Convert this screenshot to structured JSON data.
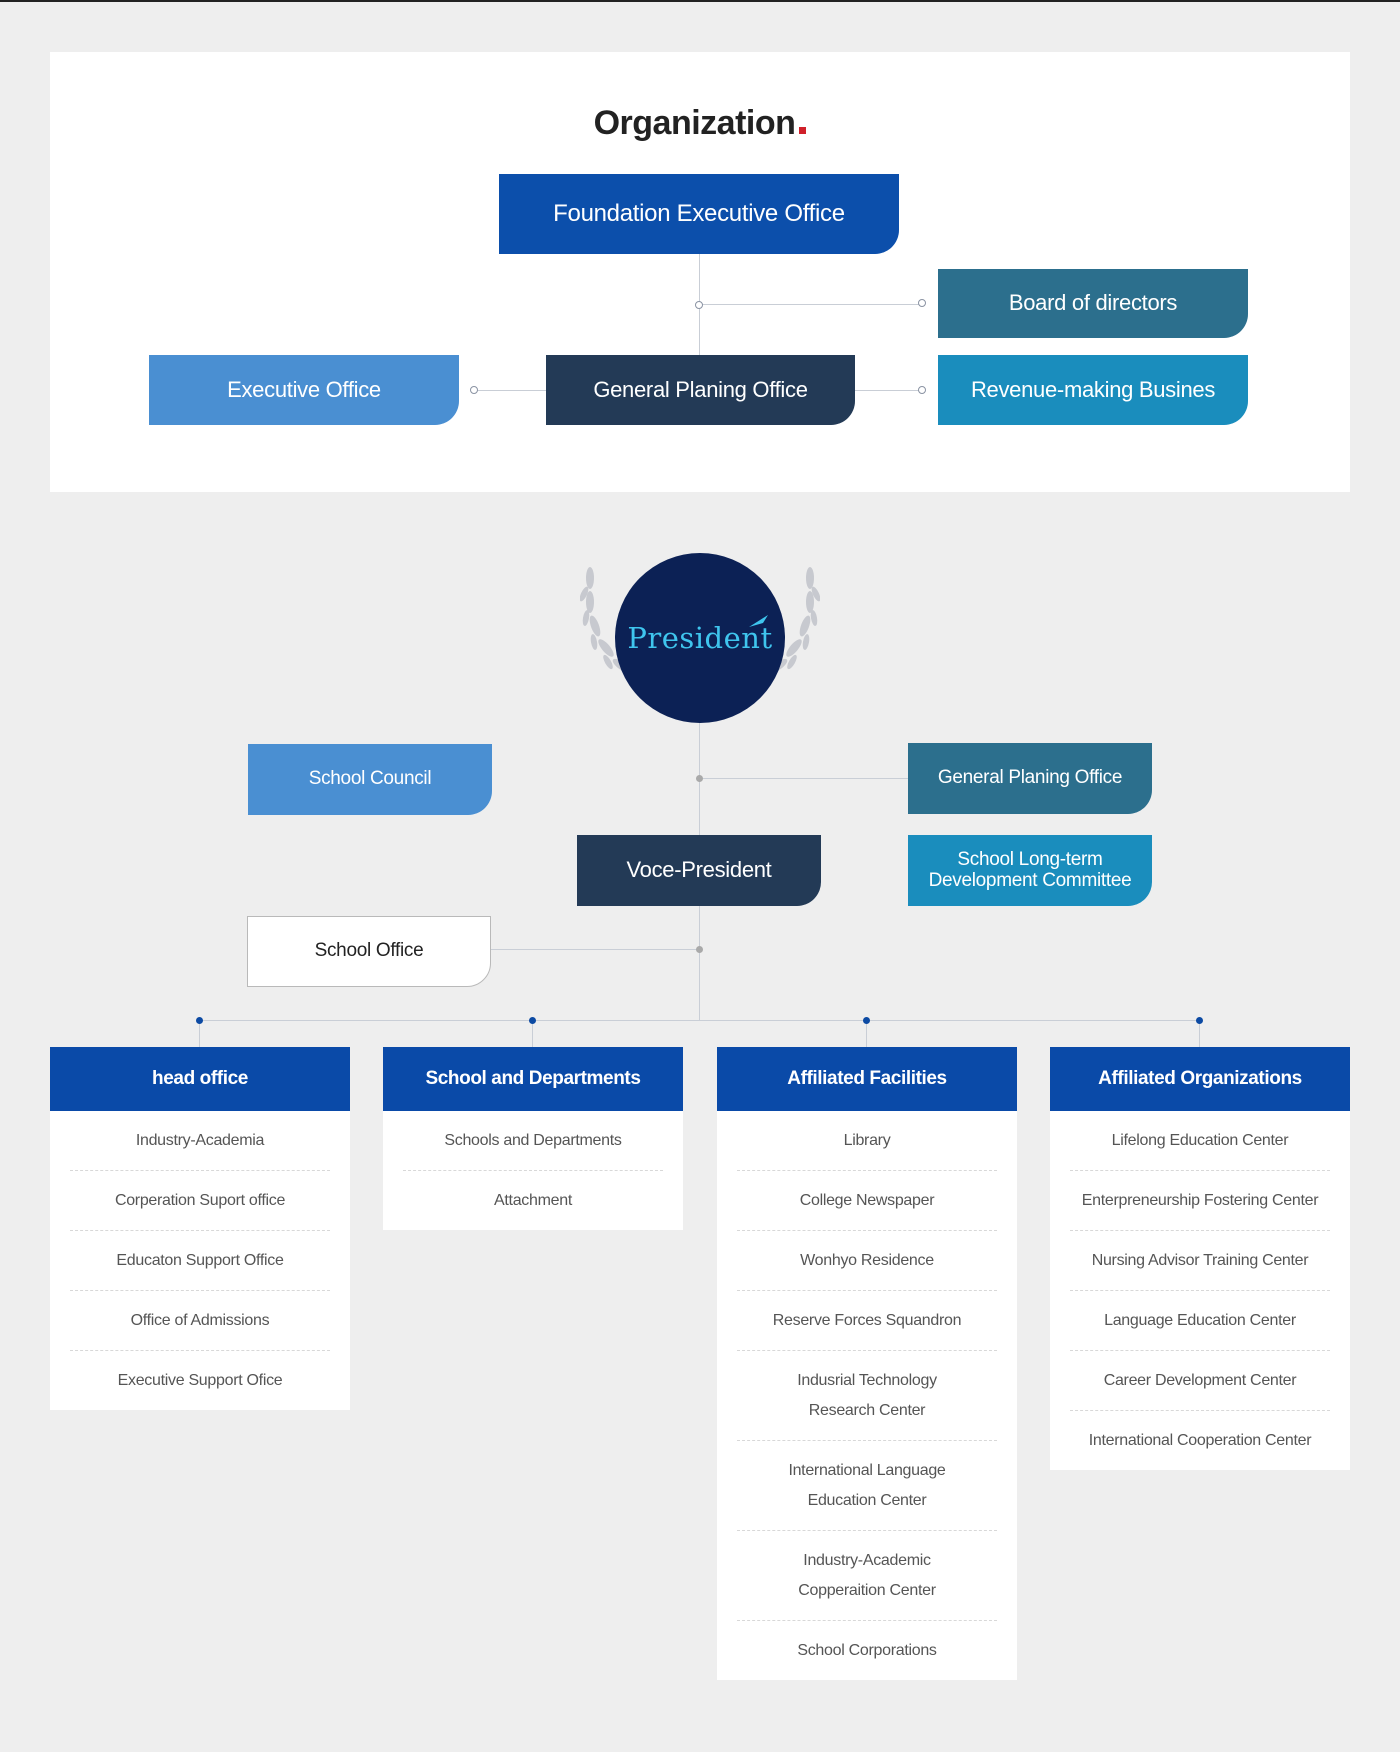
{
  "title": "Organization",
  "foundation": {
    "top": "Foundation Executive Office",
    "board": "Board of directors",
    "executive": "Executive Office",
    "planning": "General Planing Office",
    "revenue": "Revenue-making Busines"
  },
  "school": {
    "president": "President",
    "council": "School Council",
    "planning": "General Planing Office",
    "long_term": "School Long-term Development Committee",
    "vice": "Voce-President",
    "office": "School Office"
  },
  "columns": [
    {
      "title": "head office",
      "items": [
        "Industry-Academia",
        "Corperation Suport office",
        "Educaton Support Office",
        "Office of Admissions",
        "Executive Support Ofice"
      ]
    },
    {
      "title": "School and Departments",
      "items": [
        "Schools and Departments",
        "Attachment"
      ]
    },
    {
      "title": "Affiliated Facilities",
      "items": [
        "Library",
        "College Newspaper",
        "Wonhyo Residence",
        "Reserve Forces Squandron",
        "Indusrial Technology Research Center",
        "International Language Education Center",
        "Industry-Academic Copperaition Center",
        "School Corporations"
      ]
    },
    {
      "title": "Affiliated Organizations",
      "items": [
        "Lifelong Education Center",
        "Enterpreneurship Fostering Center",
        "Nursing Advisor Training Center",
        "Language Education Center",
        "Career Development Center",
        "International Cooperation Center"
      ]
    }
  ],
  "colors": {
    "royal_blue": "#0c4fab",
    "steel_teal": "#2c6f8d",
    "light_blue": "#4a8fd2",
    "navy": "#233a56",
    "cyan": "#1a8dbd",
    "president": "#0c2155",
    "column_header": "#0a4aa8"
  }
}
